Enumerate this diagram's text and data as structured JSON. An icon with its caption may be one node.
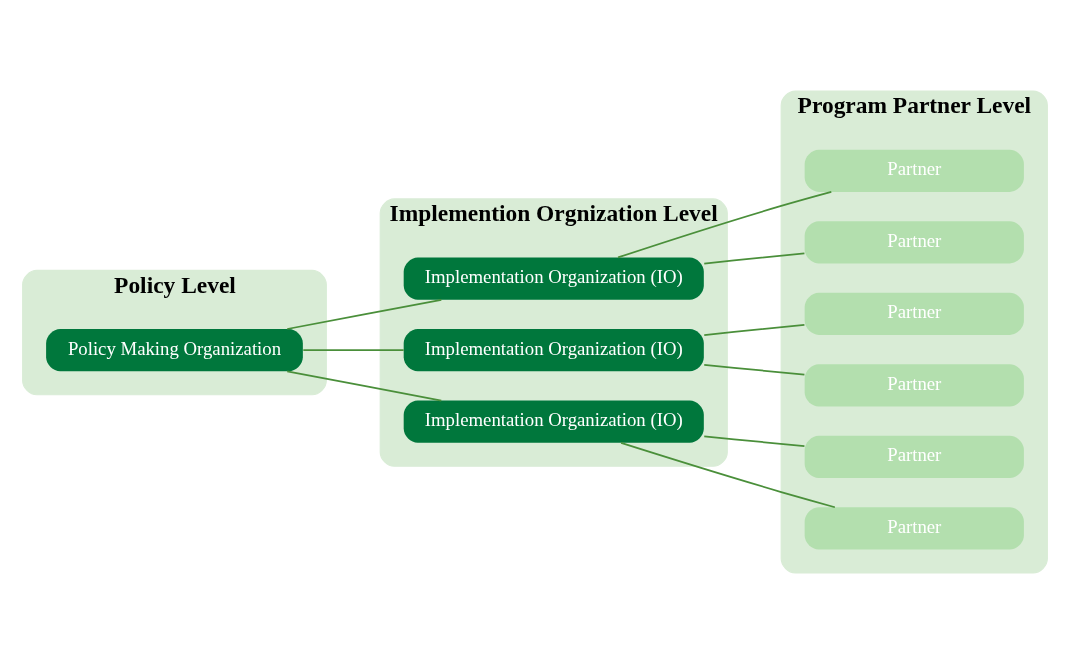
{
  "diagram": {
    "nodes": [
      {
        "text": [
          "Policy Level"
        ]
      },
      {
        "text": [
          "Policy Making Organization"
        ],
        "in": 0
      },
      {
        "text": [
          "Implemention Orgnization Level"
        ]
      },
      {
        "text": [
          "Implementation Organization (IO)"
        ],
        "in": 2
      },
      {
        "text": [
          "Implementation Organization (IO)"
        ],
        "in": 2
      },
      {
        "text": [
          "Implementation Organization (IO)"
        ],
        "in": 2
      },
      {
        "text": [
          "Program Partner Level"
        ]
      },
      {
        "text": [
          "Partner"
        ],
        "in": 6
      },
      {
        "text": [
          "Partner"
        ],
        "in": 6
      },
      {
        "text": [
          "Partner"
        ],
        "in": 6
      },
      {
        "text": [
          "Partner"
        ],
        "in": 6
      },
      {
        "text": [
          "Partner"
        ],
        "in": 6
      },
      {
        "text": [
          "Partner"
        ],
        "in": 6
      }
    ],
    "edges": [
      {
        "from": 1,
        "to": 3,
        "arrow": "none"
      },
      {
        "from": 1,
        "to": 4,
        "arrow": "none"
      },
      {
        "from": 1,
        "to": 5,
        "arrow": "none"
      },
      {
        "from": 3,
        "to": 7,
        "arrow": "none"
      },
      {
        "from": 3,
        "to": 8,
        "arrow": "none"
      },
      {
        "from": 4,
        "to": 9,
        "arrow": "none"
      },
      {
        "from": 4,
        "to": 10,
        "arrow": "none"
      },
      {
        "from": 5,
        "to": 11,
        "arrow": "none"
      },
      {
        "from": 5,
        "to": 12,
        "arrow": "none"
      }
    ]
  }
}
